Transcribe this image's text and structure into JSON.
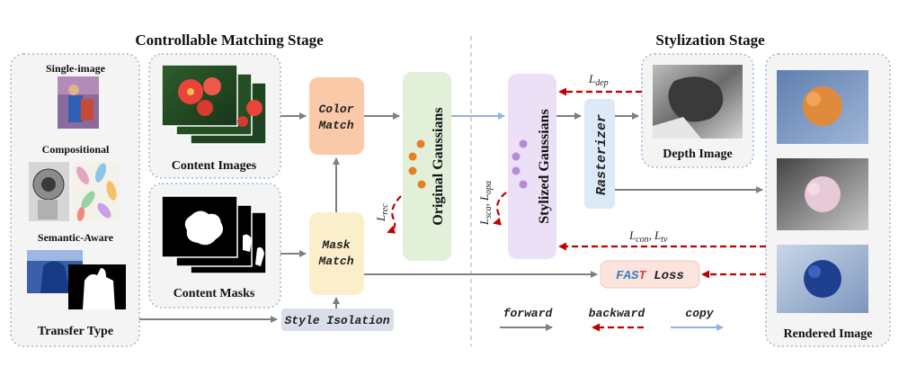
{
  "stages": {
    "left_title": "Controllable Matching Stage",
    "right_title": "Stylization Stage"
  },
  "transfer_panel": {
    "single_image": "Single-image",
    "compositional": "Compositional",
    "semantic_aware": "Semantic-Aware",
    "title": "Transfer Type"
  },
  "content_images_label": "Content Images",
  "content_masks_label": "Content Masks",
  "color_match": [
    "Color",
    "Match"
  ],
  "mask_match": [
    "Mask",
    "Match"
  ],
  "style_isolation": "Style Isolation",
  "original_gaussians": "Original Gaussians",
  "stylized_gaussians": "Stylized Gaussians",
  "rasterizer": "Rasterizer",
  "depth_image_label": "Depth Image",
  "rendered_image_label": "Rendered Image",
  "loss_label": {
    "F": "F",
    "A": "A",
    "S": "S",
    "T": "T",
    "rest": " Loss"
  },
  "losses": {
    "rec": {
      "main": "L",
      "sub": "rec"
    },
    "dep": {
      "main": "L",
      "sub": "dep"
    },
    "sca_opa": {
      "main1": "L",
      "sub1": "sca",
      "sep": ",",
      "main2": "L",
      "sub2": "opa"
    },
    "con_tv": {
      "main1": "L",
      "sub1": "con",
      "sep": ",",
      "main2": "L",
      "sub2": "tv"
    }
  },
  "legend": {
    "forward": "forward",
    "backward": "backward",
    "copy": "copy"
  },
  "colors": {
    "forward_arrow": "#7f7f7f",
    "backward_arrow": "#c00000",
    "copy_arrow": "#8fb4e3",
    "color_match_fill": "#f9c9a8",
    "mask_match_fill": "#fbeecb",
    "original_gaussians_fill": "#e2efd9",
    "stylized_gaussians_fill": "#ece0f7",
    "rasterizer_fill": "#dce9f7",
    "loss_fill": "#fbe4de",
    "style_isolation_fill": "#d9dfe8",
    "panel_border": "#9bb7dd",
    "panel_fill": "#f2f2f2",
    "orange_dots": "#e67e22",
    "purple_dots": "#b58bd6"
  },
  "icons": [
    "painting-thumbnail",
    "escher-hand-thumbnail",
    "feathers-thumbnail",
    "blue-statue-thumbnail",
    "mask-thumbnail",
    "flower-photo",
    "mask-image",
    "depth-map",
    "rendered-render"
  ]
}
